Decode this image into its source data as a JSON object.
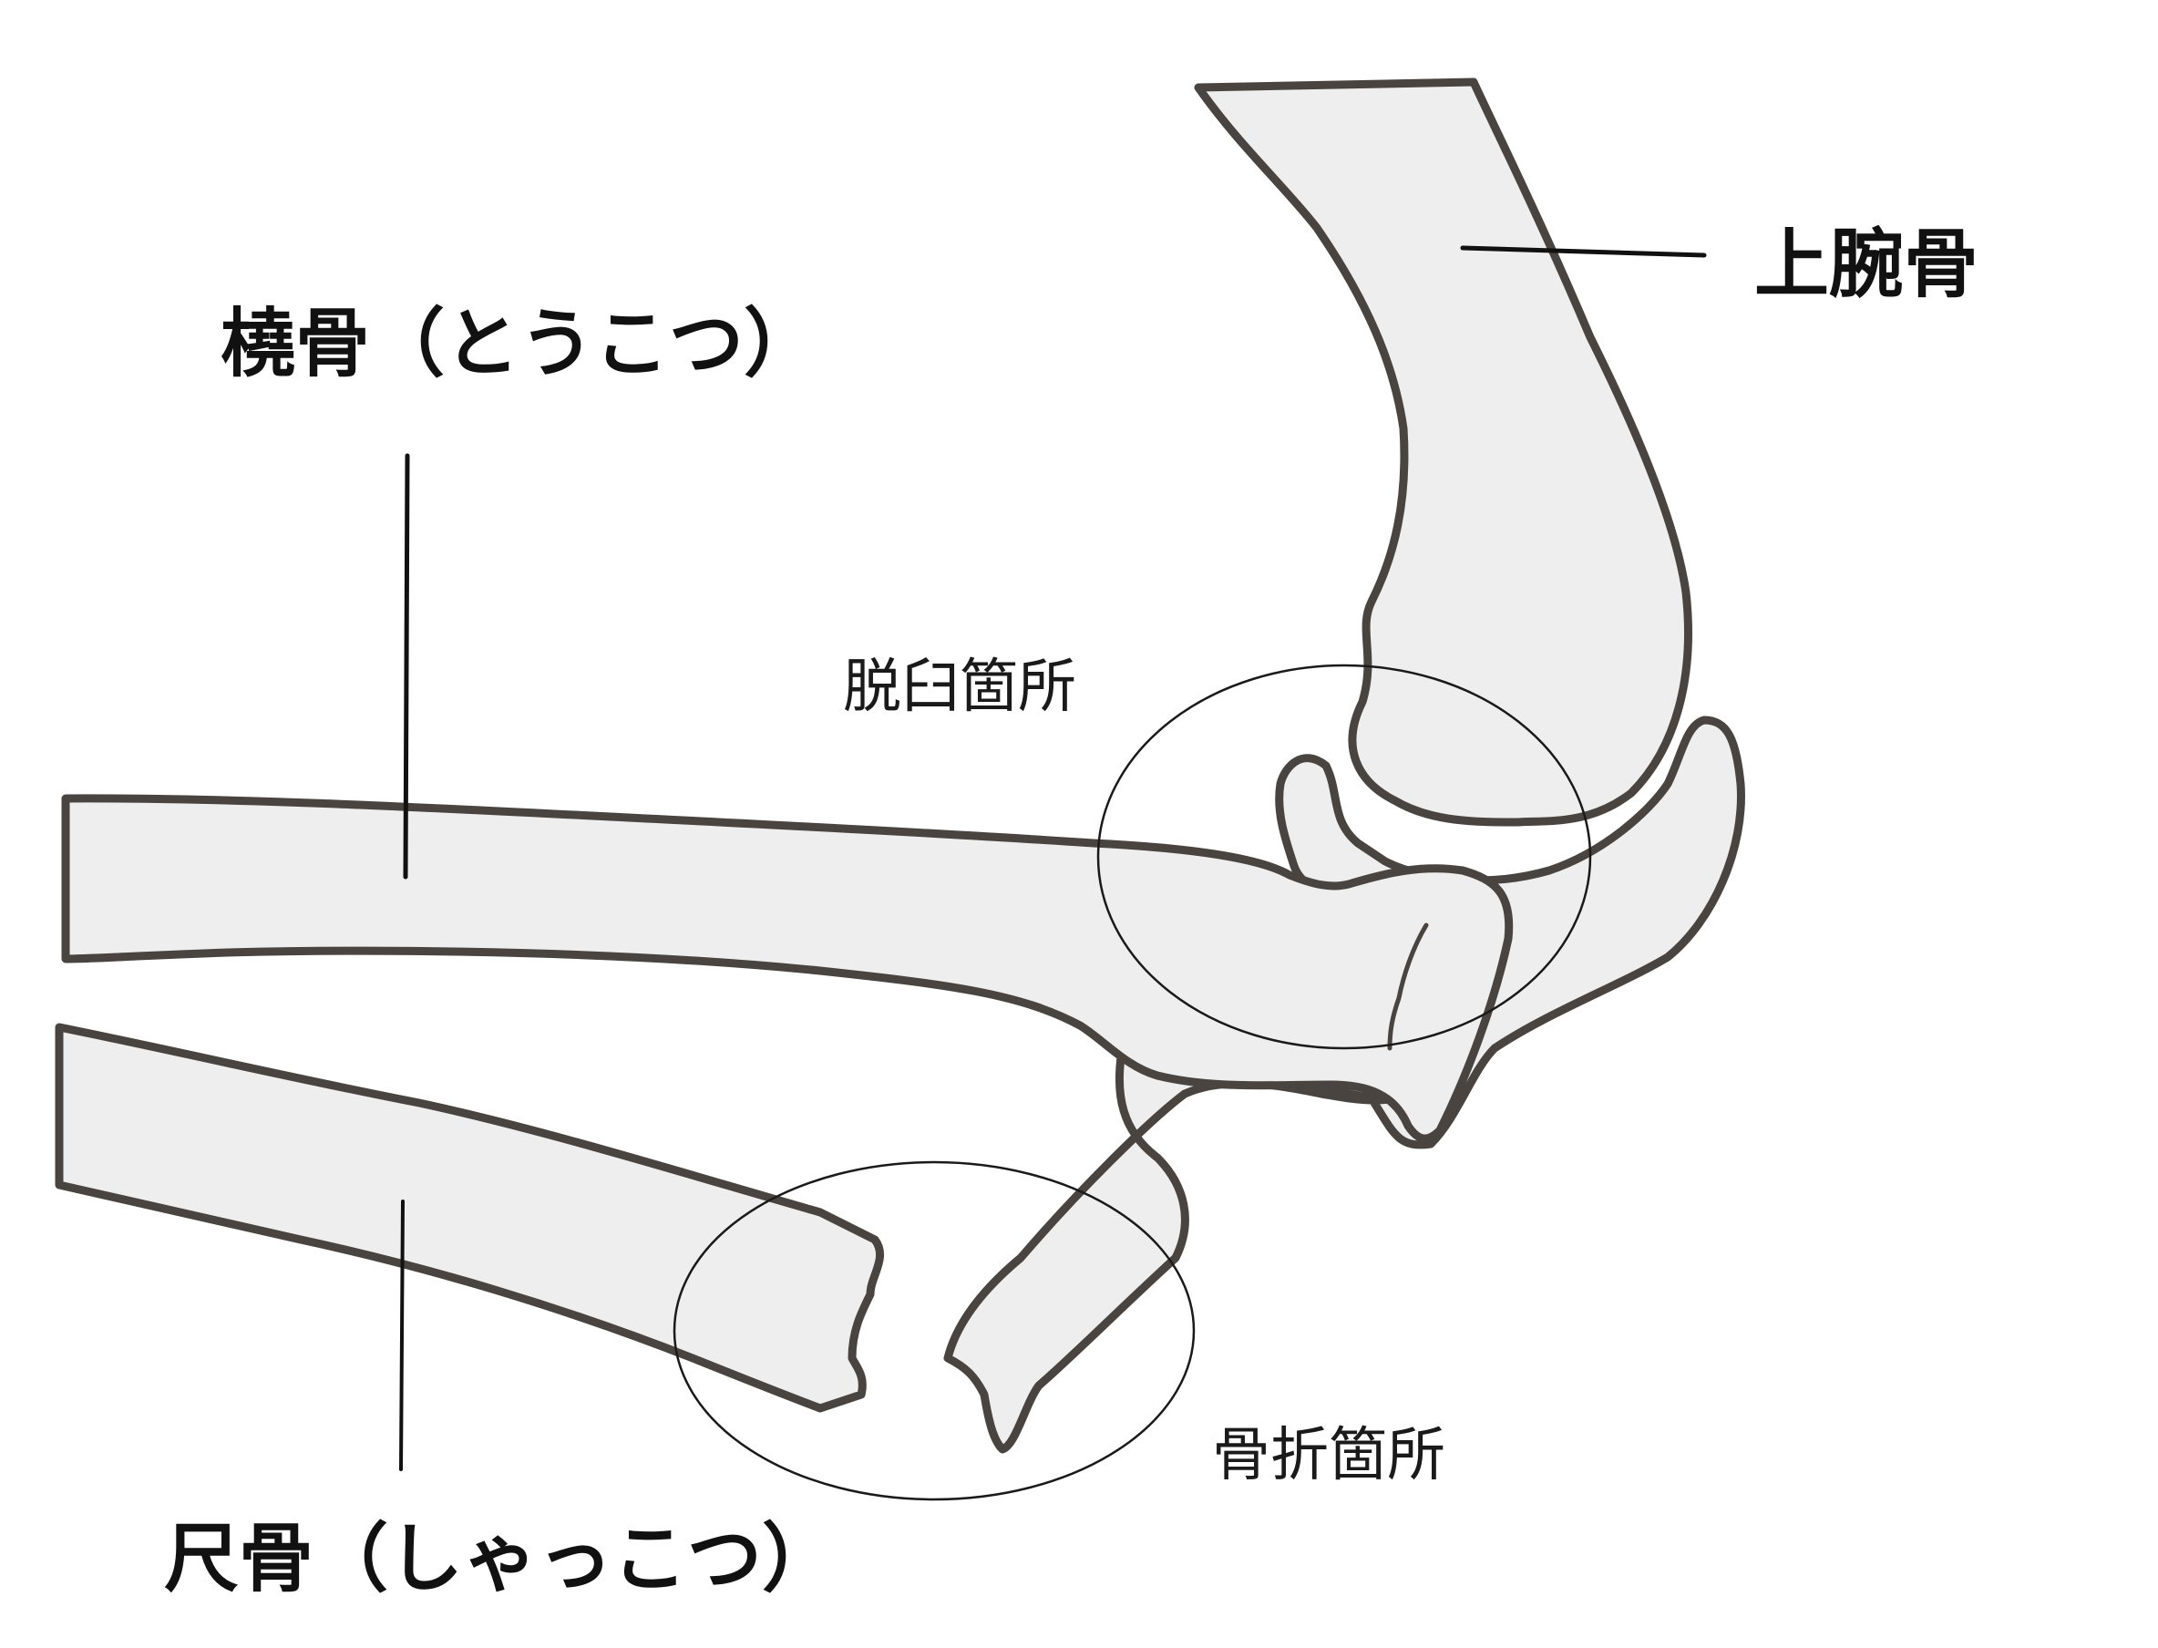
{
  "diagram": {
    "labels": {
      "humerus": "上腕骨",
      "radius": "橈骨（とうこつ）",
      "ulna": "尺骨（しゃっこつ）",
      "dislocation": "脱臼箇所",
      "fracture": "骨折箇所"
    },
    "parts": [
      {
        "id": "humerus",
        "label_key": "humerus"
      },
      {
        "id": "radius",
        "label_key": "radius"
      },
      {
        "id": "ulna",
        "label_key": "ulna"
      }
    ],
    "markers": [
      {
        "id": "dislocation-site",
        "label_key": "dislocation"
      },
      {
        "id": "fracture-site",
        "label_key": "fracture"
      }
    ],
    "colors": {
      "bone_fill": "#eeeeee",
      "bone_outline": "#4a4441",
      "text": "#111111",
      "background": "#ffffff"
    }
  }
}
